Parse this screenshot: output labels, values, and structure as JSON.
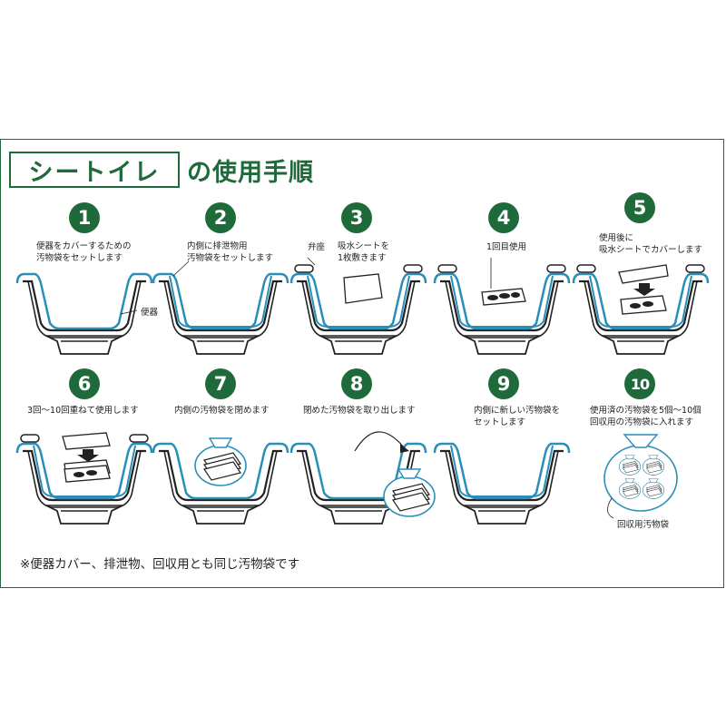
{
  "title": {
    "boxed": "シートイレ",
    "rest": "の使用手順"
  },
  "steps": [
    {
      "num": "1",
      "text": "便器をカバーするための\n汚物袋をセットします",
      "sub": "便器"
    },
    {
      "num": "2",
      "text": "内側に排泄物用\n汚物袋をセットします"
    },
    {
      "num": "3",
      "text": "吸水シートを\n1枚敷きます",
      "sub": "弁座"
    },
    {
      "num": "4",
      "text": "1回目使用"
    },
    {
      "num": "5",
      "text": "使用後に\n吸水シートでカバーします"
    },
    {
      "num": "6",
      "text": "3回～10回重ねて使用します"
    },
    {
      "num": "7",
      "text": "内側の汚物袋を閉めます"
    },
    {
      "num": "8",
      "text": "閉めた汚物袋を取り出します"
    },
    {
      "num": "9",
      "text": "内側に新しい汚物袋を\nセットします"
    },
    {
      "num": "10",
      "text": "使用済の汚物袋を5個～10個\n回収用の汚物袋に入れます",
      "sub": "回収用汚物袋"
    }
  ],
  "note": "※便器カバー、排泄物、回収用とも同じ汚物袋です",
  "colors": {
    "accent": "#1f6a3a",
    "bag": "#2a8fb8",
    "line": "#222222"
  }
}
